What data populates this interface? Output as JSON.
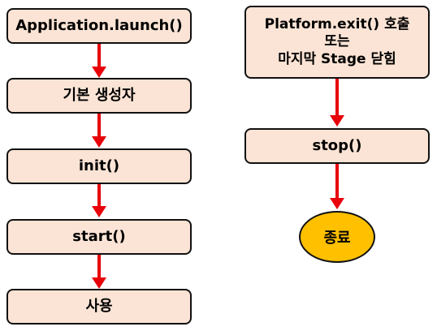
{
  "colors": {
    "box_fill": "#fbe4d5",
    "box_border": "#111111",
    "arrow": "#e8000b",
    "end_fill": "#ffc000"
  },
  "left_flow": {
    "launch": "Application.launch()",
    "constructor": "기본 생성자",
    "init": "init()",
    "start": "start()",
    "use": "사용"
  },
  "right_flow": {
    "exit_line1": "Platform.exit() 호출",
    "exit_line2": "또는",
    "exit_line3": "마지막 Stage 닫힘",
    "stop": "stop()",
    "end": "종료"
  }
}
